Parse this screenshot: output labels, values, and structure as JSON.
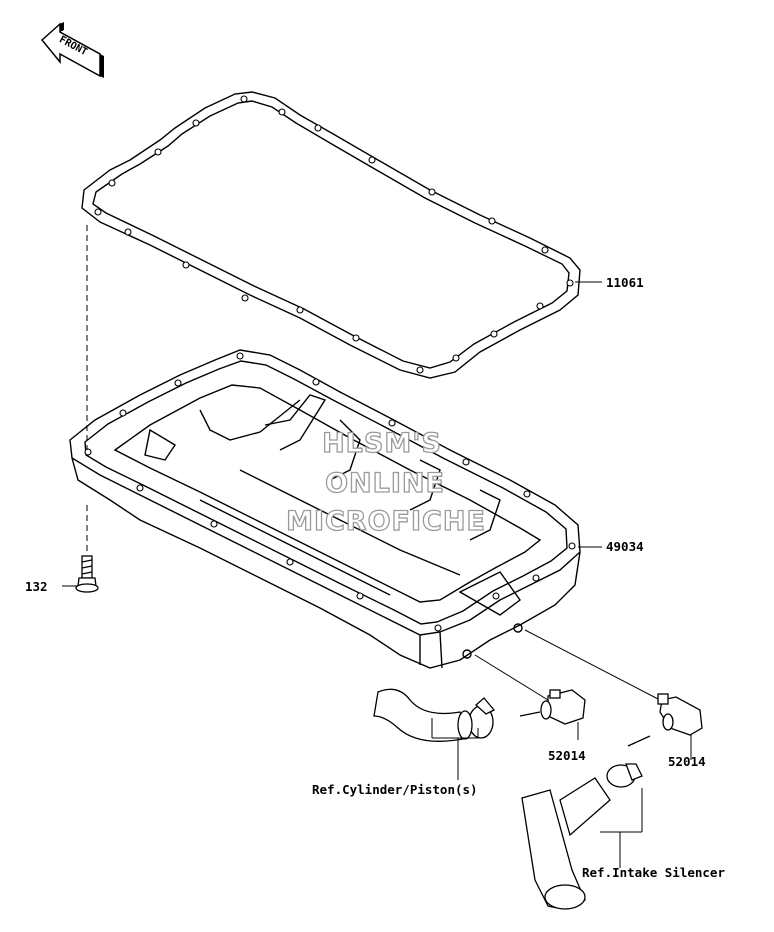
{
  "front_label": "FRONT",
  "watermark": [
    "HLSM'S",
    "ONLINE",
    "MICROFICHE"
  ],
  "parts": {
    "gasket": "11061",
    "oil_pan": "49034",
    "bolt": "132",
    "fitting_a": "52014",
    "fitting_b": "52014"
  },
  "references": {
    "cylinder": "Ref.Cylinder/Piston(s)",
    "intake": "Ref.Intake Silencer"
  }
}
